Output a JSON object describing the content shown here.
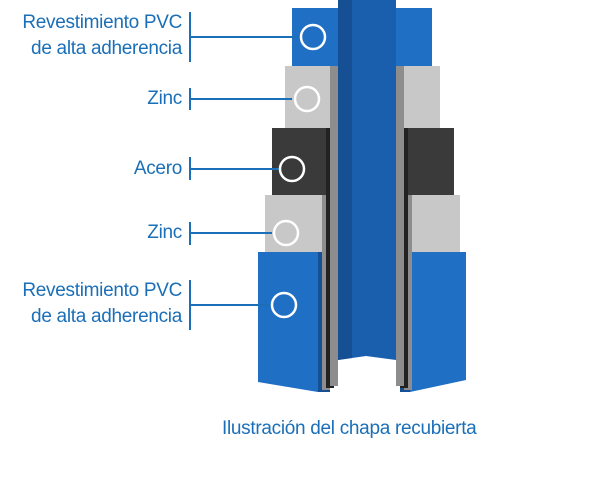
{
  "labels": {
    "pvc_top": {
      "line1": "Revestimiento PVC",
      "line2": "de alta adherencia"
    },
    "zinc_top": "Zinc",
    "acero": "Acero",
    "zinc_bottom": "Zinc",
    "pvc_bottom": {
      "line1": "Revestimiento PVC",
      "line2": "de alta adherencia"
    }
  },
  "caption": "Ilustración del chapa recubierta",
  "colors": {
    "text": "#1a6fb8",
    "pvc_front": "#1f6fc4",
    "pvc_side": "#174f94",
    "zinc_front": "#c8c8c8",
    "zinc_side": "#8d8d8d",
    "steel_front": "#3a3a3a",
    "steel_side": "#222222",
    "callout": "#ffffff"
  },
  "icons": {
    "callout": "circle-marker-icon"
  }
}
